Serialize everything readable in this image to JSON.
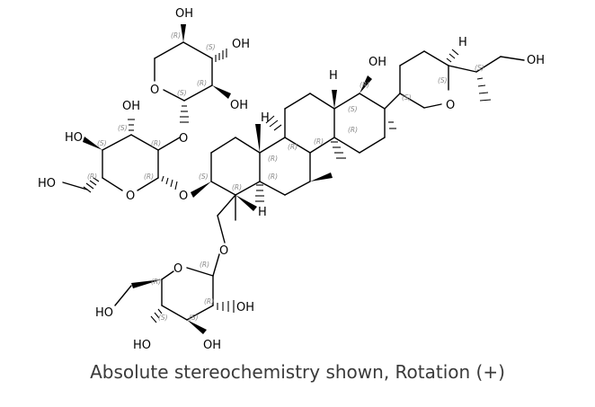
{
  "atom_labels": {
    "oh_top_sugar_1": "OH",
    "oh_top_sugar_2": "OH",
    "oh_top_sugar_3": "OH",
    "o_top_sugar_ring": "O",
    "oh_mid_sugar_1": "OH",
    "ho_mid_sugar_2": "HO",
    "ho_mid_sugar_ch2": "HO",
    "o_mid_sugar_ring": "O",
    "o_link_top": "O",
    "o_link_c3": "O",
    "o_link_bottom": "O",
    "o_bottom_sugar_ring": "O",
    "ho_bottom_ch2": "HO",
    "oh_bottom_1": "OH",
    "ho_bottom_2": "HO",
    "oh_bottom_3": "OH",
    "oh_steroid": "OH",
    "h_steroid_1": "H",
    "h_steroid_2": "H",
    "h_steroid_3": "H",
    "h_spiro": "H",
    "o_spiro_ring": "O",
    "oh_side_chain": "OH"
  },
  "stereo_descriptors": {
    "R": "(R)",
    "S": "(S)"
  },
  "caption": "Absolute stereochemistry shown, Rotation (+)"
}
